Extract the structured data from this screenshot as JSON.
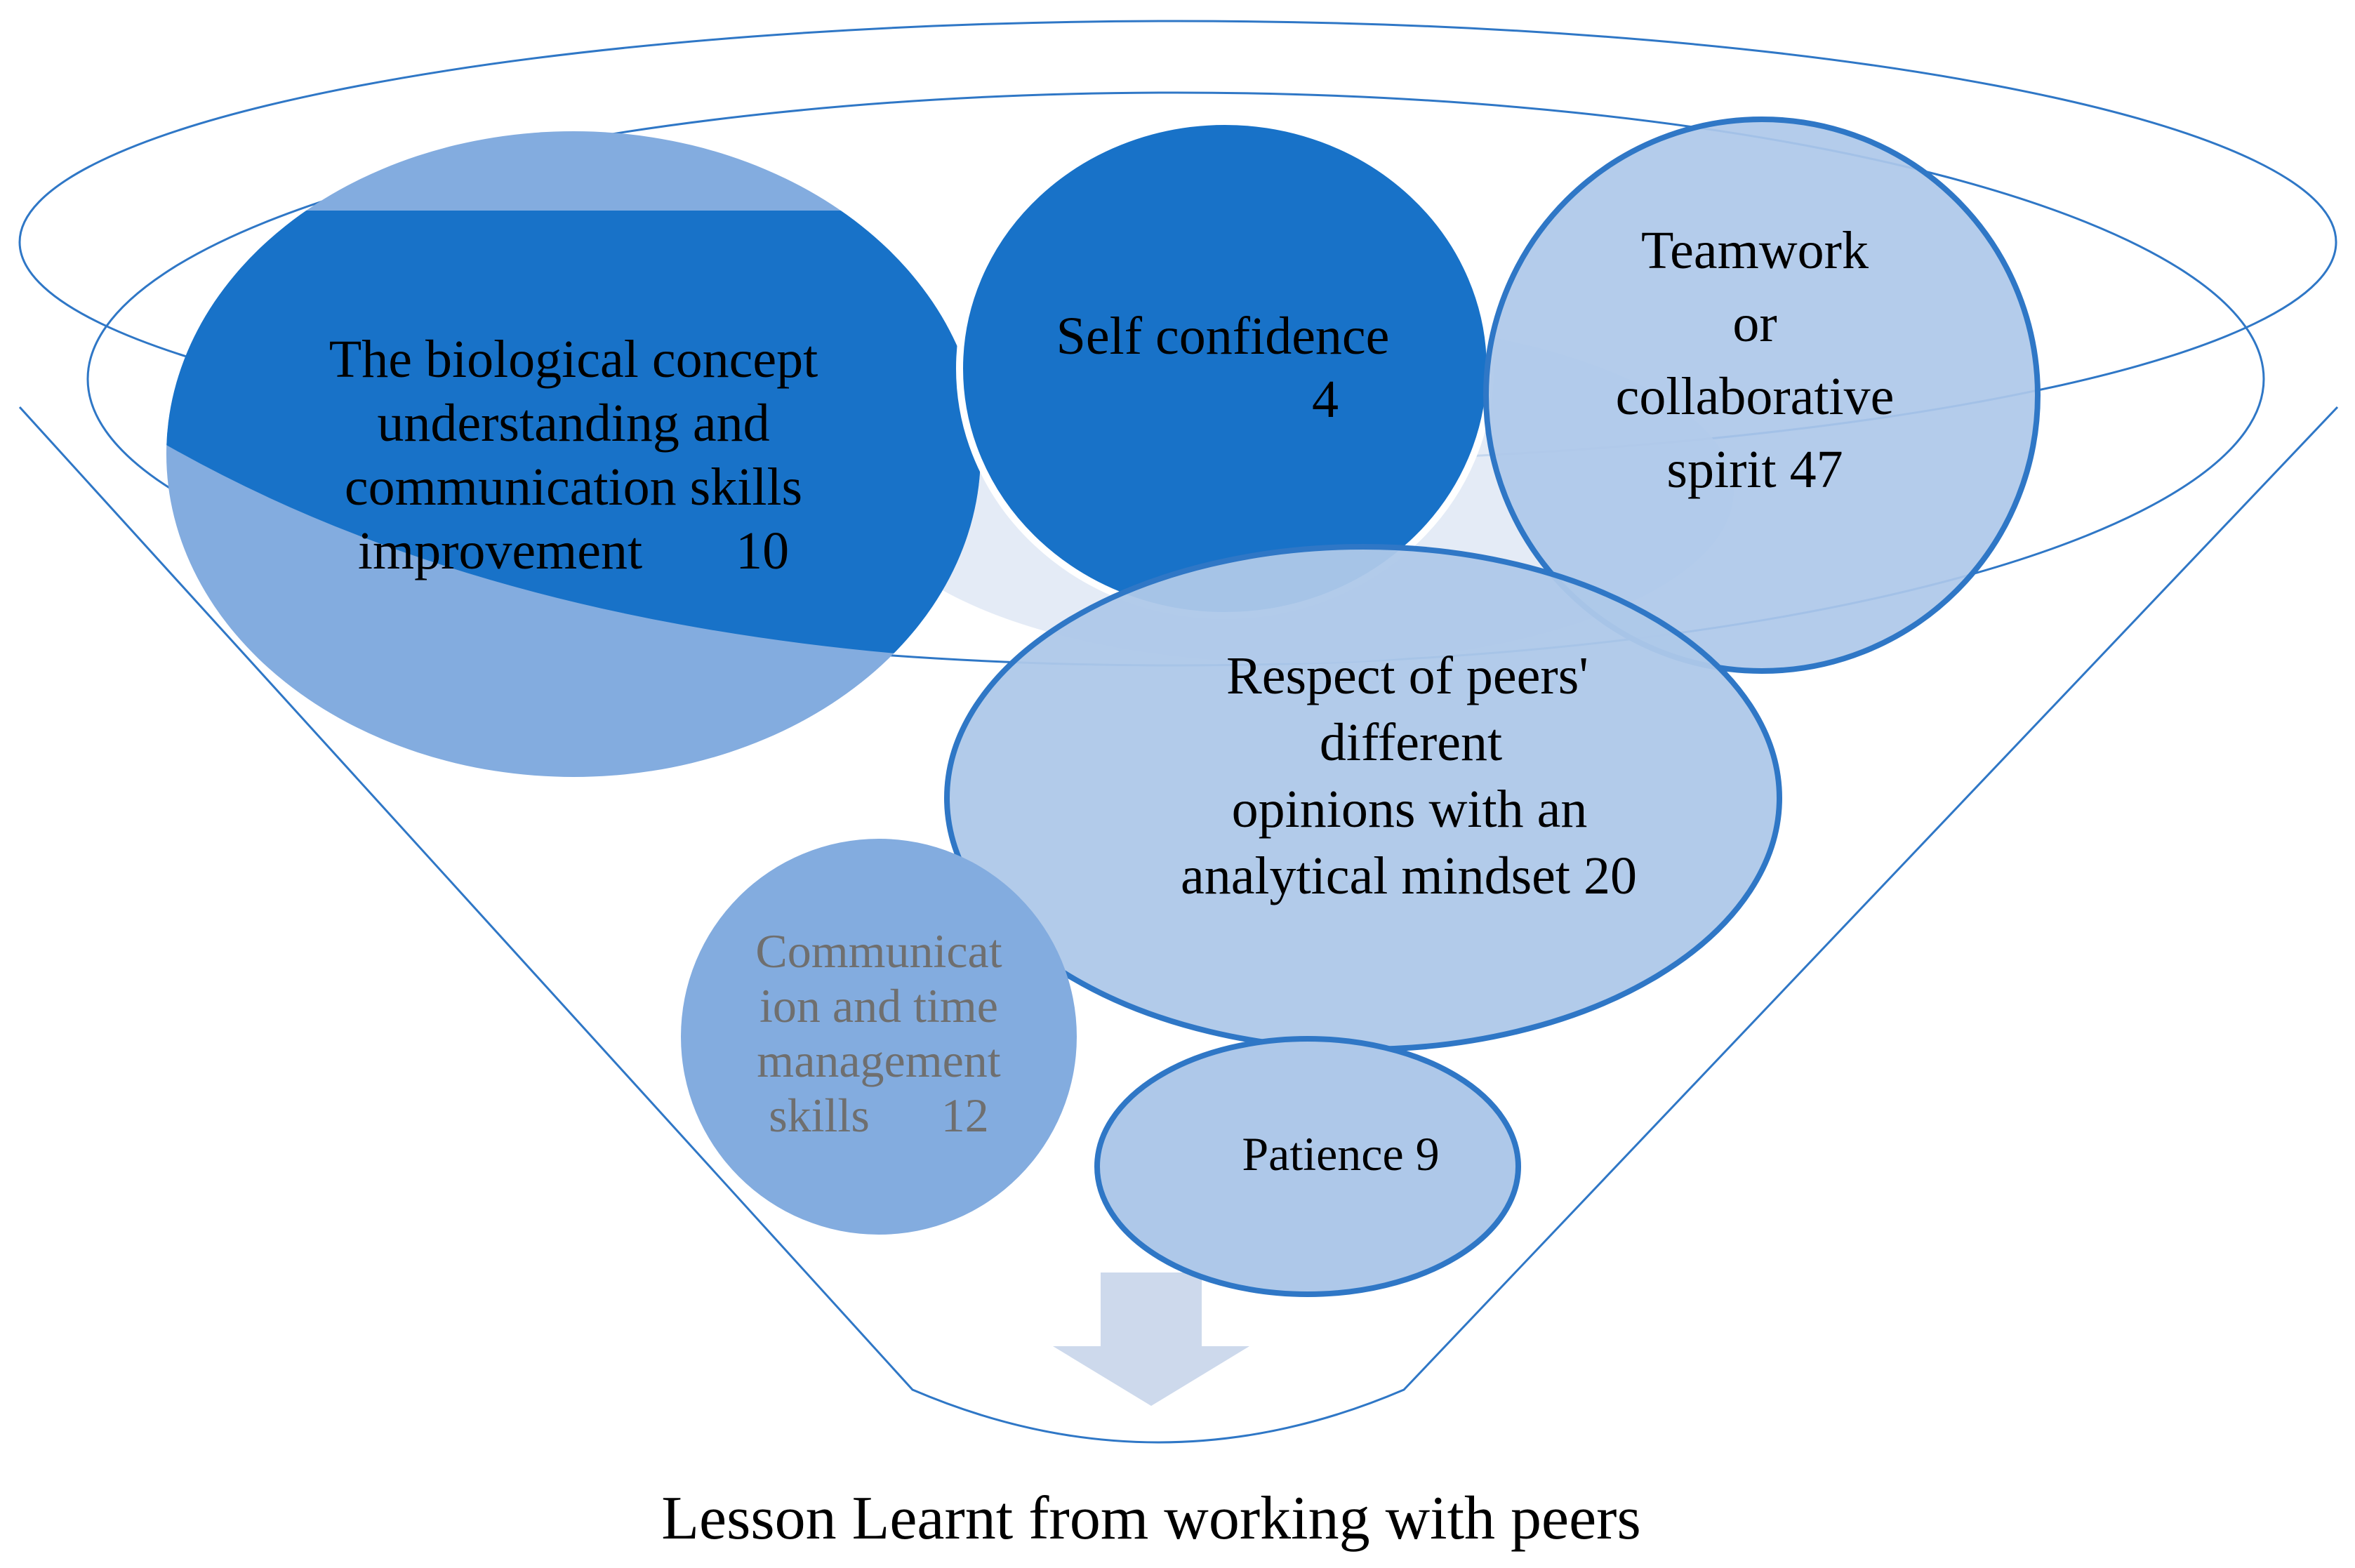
{
  "diagram": {
    "title": "Lesson Learnt from working with peers",
    "colors": {
      "dark_blue": "#1872c8",
      "medium_blue": "#83acdf",
      "light_blue": "#aec8e9",
      "outline": "#2f77c6",
      "arrow": "#cdd9ec",
      "text_dark": "#000000",
      "text_grey": "#6f6f6f"
    },
    "bubbles": [
      {
        "id": "biological",
        "label": "The biological concept understanding and communication skills improvement",
        "lines": [
          "The biological concept",
          "understanding and",
          "communication skills",
          "improvement       10"
        ],
        "count": 10
      },
      {
        "id": "self-confidence",
        "label": "Self confidence",
        "lines": [
          "Self confidence",
          "4"
        ],
        "count": 4
      },
      {
        "id": "teamwork",
        "label": "Teamwork or collaborative spirit",
        "lines": [
          "Teamwork",
          "or",
          "collaborative",
          "spirit 47"
        ],
        "count": 47
      },
      {
        "id": "respect",
        "label": "Respect of peers' different opinions with an analytical mindset",
        "lines": [
          "Respect of peers'",
          "different",
          "opinions with an",
          "analytical mindset 20"
        ],
        "count": 20
      },
      {
        "id": "communication-time",
        "label": "Communication and time management skills",
        "lines": [
          "Communicat",
          "ion and time",
          "management",
          "skills      12"
        ],
        "count": 12
      },
      {
        "id": "patience",
        "label": "Patience",
        "lines": [
          "Patience 9"
        ],
        "count": 9
      }
    ]
  }
}
